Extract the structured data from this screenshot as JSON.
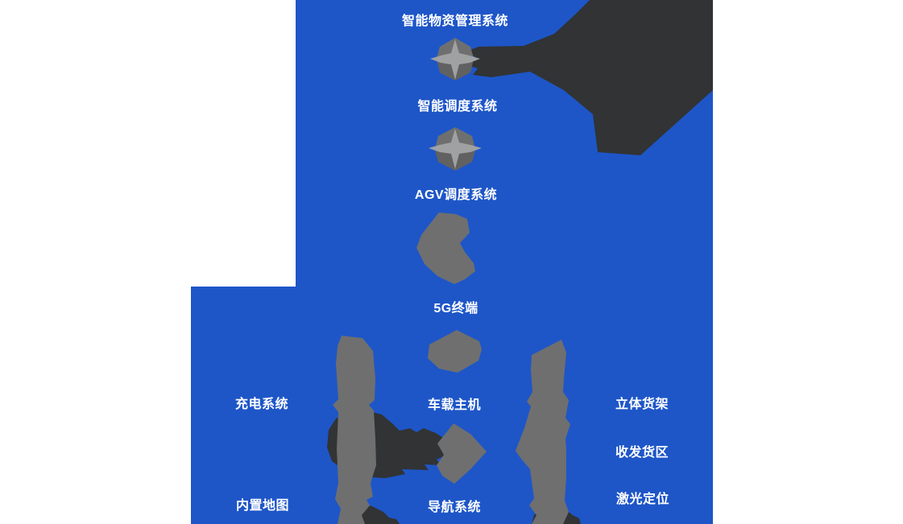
{
  "diagram": {
    "name": "agv-system-architecture-diagram",
    "description_visible": false
  },
  "labels": [
    {
      "id": "intelligent-material-management-system",
      "text": "智能物资管理系统"
    },
    {
      "id": "intelligent-dispatch-system",
      "text": "智能调度系统"
    },
    {
      "id": "agv-dispatch-system",
      "text": "AGV调度系统"
    },
    {
      "id": "5g-terminal",
      "text": "5G终端"
    },
    {
      "id": "charging-system",
      "text": "充电系统"
    },
    {
      "id": "vehicle-host",
      "text": "车载主机"
    },
    {
      "id": "stereo-rack",
      "text": "立体货架"
    },
    {
      "id": "receive-dispatch-area",
      "text": "收发货区"
    },
    {
      "id": "built-in-map",
      "text": "内置地图"
    },
    {
      "id": "navigation-system",
      "text": "导航系统"
    },
    {
      "id": "laser-positioning",
      "text": "激光定位"
    }
  ],
  "icons": [
    "winged-diamond-emblem-icon",
    "winged-diamond-emblem-icon",
    "robot-silhouette-icon",
    "hexagon-box-icon",
    "pillar-silhouette-icon",
    "pillar-silhouette-icon",
    "agv-vehicle-silhouette-icon"
  ],
  "colors": {
    "background": "#1e56c8",
    "shape_dark": "#313334",
    "shape_gray": "#6f6f6f",
    "shape_gray_shade": "#616161",
    "shape_gray_light": "#9fa1a3",
    "text": "#ffffff",
    "page": "#ffffff"
  }
}
